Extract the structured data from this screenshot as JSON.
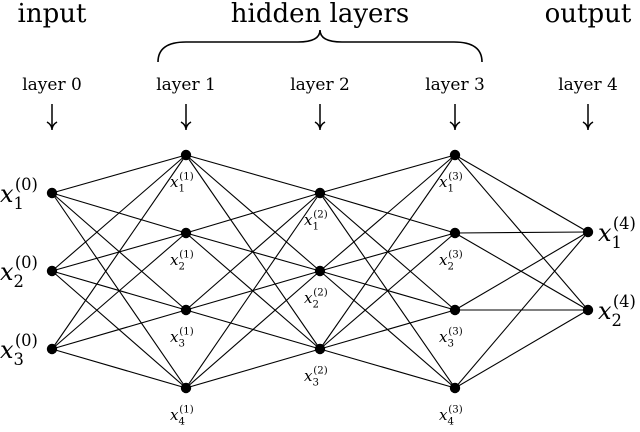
{
  "titles": {
    "input": "input",
    "hidden": "hidden layers",
    "output": "output"
  },
  "layers": [
    {
      "label": "layer 0",
      "nodes": [
        {
          "base": "x",
          "sub": "1",
          "sup": "(0)"
        },
        {
          "base": "x",
          "sub": "2",
          "sup": "(0)"
        },
        {
          "base": "x",
          "sub": "3",
          "sup": "(0)"
        }
      ]
    },
    {
      "label": "layer 1",
      "nodes": [
        {
          "base": "x",
          "sub": "1",
          "sup": "(1)"
        },
        {
          "base": "x",
          "sub": "2",
          "sup": "(1)"
        },
        {
          "base": "x",
          "sub": "3",
          "sup": "(1)"
        },
        {
          "base": "x",
          "sub": "4",
          "sup": "(1)"
        }
      ]
    },
    {
      "label": "layer 2",
      "nodes": [
        {
          "base": "x",
          "sub": "1",
          "sup": "(2)"
        },
        {
          "base": "x",
          "sub": "2",
          "sup": "(2)"
        },
        {
          "base": "x",
          "sub": "3",
          "sup": "(2)"
        }
      ]
    },
    {
      "label": "layer 3",
      "nodes": [
        {
          "base": "x",
          "sub": "1",
          "sup": "(3)"
        },
        {
          "base": "x",
          "sub": "2",
          "sup": "(3)"
        },
        {
          "base": "x",
          "sub": "3",
          "sup": "(3)"
        },
        {
          "base": "x",
          "sub": "4",
          "sup": "(3)"
        }
      ]
    },
    {
      "label": "layer 4",
      "nodes": [
        {
          "base": "x",
          "sub": "1",
          "sup": "(4)"
        },
        {
          "base": "x",
          "sub": "2",
          "sup": "(4)"
        }
      ]
    }
  ],
  "icons": {
    "layer_arrow": "down-arrow-icon",
    "hidden_brace": "curly-brace-icon"
  }
}
